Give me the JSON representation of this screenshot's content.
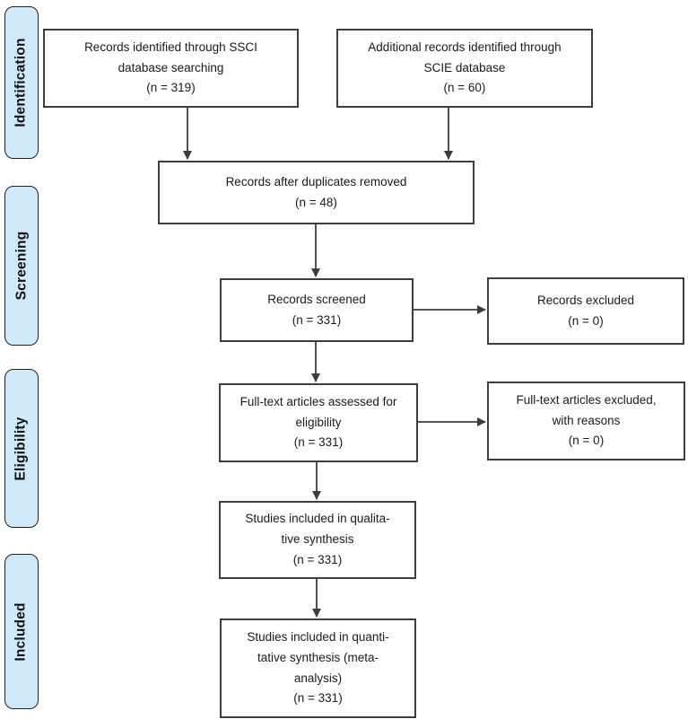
{
  "diagram": {
    "type": "prisma-flow-diagram",
    "stages": [
      {
        "label": "Identification"
      },
      {
        "label": "Screening"
      },
      {
        "label": "Eligibility"
      },
      {
        "label": "Included"
      }
    ],
    "boxes": [
      {
        "id": "records-identified-ssci",
        "text": "Records identified through SSCI\ndatabase searching\n(n = 319)"
      },
      {
        "id": "additional-records-scie",
        "text": "Additional records identified through\nSCIE database\n(n = 60)"
      },
      {
        "id": "duplicates-removed",
        "text": "Records after duplicates removed\n(n = 48)"
      },
      {
        "id": "records-screened",
        "text": "Records screened\n(n = 331)"
      },
      {
        "id": "records-excluded",
        "text": "Records excluded\n(n = 0)"
      },
      {
        "id": "fulltext-assessed",
        "text": "Full-text articles assessed for\neligibility\n(n = 331)"
      },
      {
        "id": "fulltext-excluded",
        "text": "Full-text articles excluded,\nwith reasons\n(n = 0)"
      },
      {
        "id": "qualitative-synthesis",
        "text": "Studies included in qualita-\ntive synthesis\n(n = 331)"
      },
      {
        "id": "quantitative-synthesis",
        "text": "Studies included in quanti-\ntative synthesis (meta-\nanalysis)\n(n =  331)"
      }
    ],
    "colors": {
      "stage_fill": "#cfe9f9",
      "stage_border": "#1f1f1f",
      "box_fill": "#ffffff",
      "box_border": "#3d3d3d",
      "arrow": "#3d3d3d",
      "text": "#1a1a1a"
    }
  }
}
